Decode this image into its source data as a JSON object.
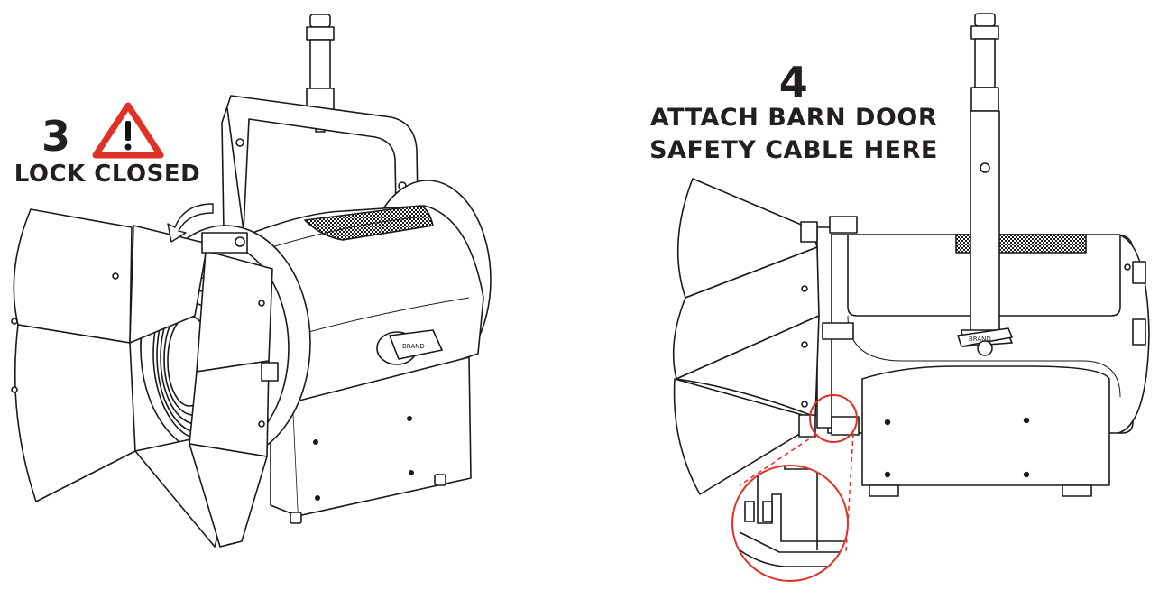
{
  "step3": {
    "number": "3",
    "instruction": "LOCK CLOSED",
    "warning_icon": "warning-triangle-icon",
    "warning_color": "#e03127",
    "arrow_icon": "rotate-arrow-icon"
  },
  "step4": {
    "number": "4",
    "instruction_line1": "ATTACH BARN DOOR",
    "instruction_line2": "SAFETY CABLE HERE",
    "callout_color": "#e03127"
  },
  "colors": {
    "text": "#231f20",
    "line": "#1a1a1a",
    "accent": "#e03127"
  }
}
